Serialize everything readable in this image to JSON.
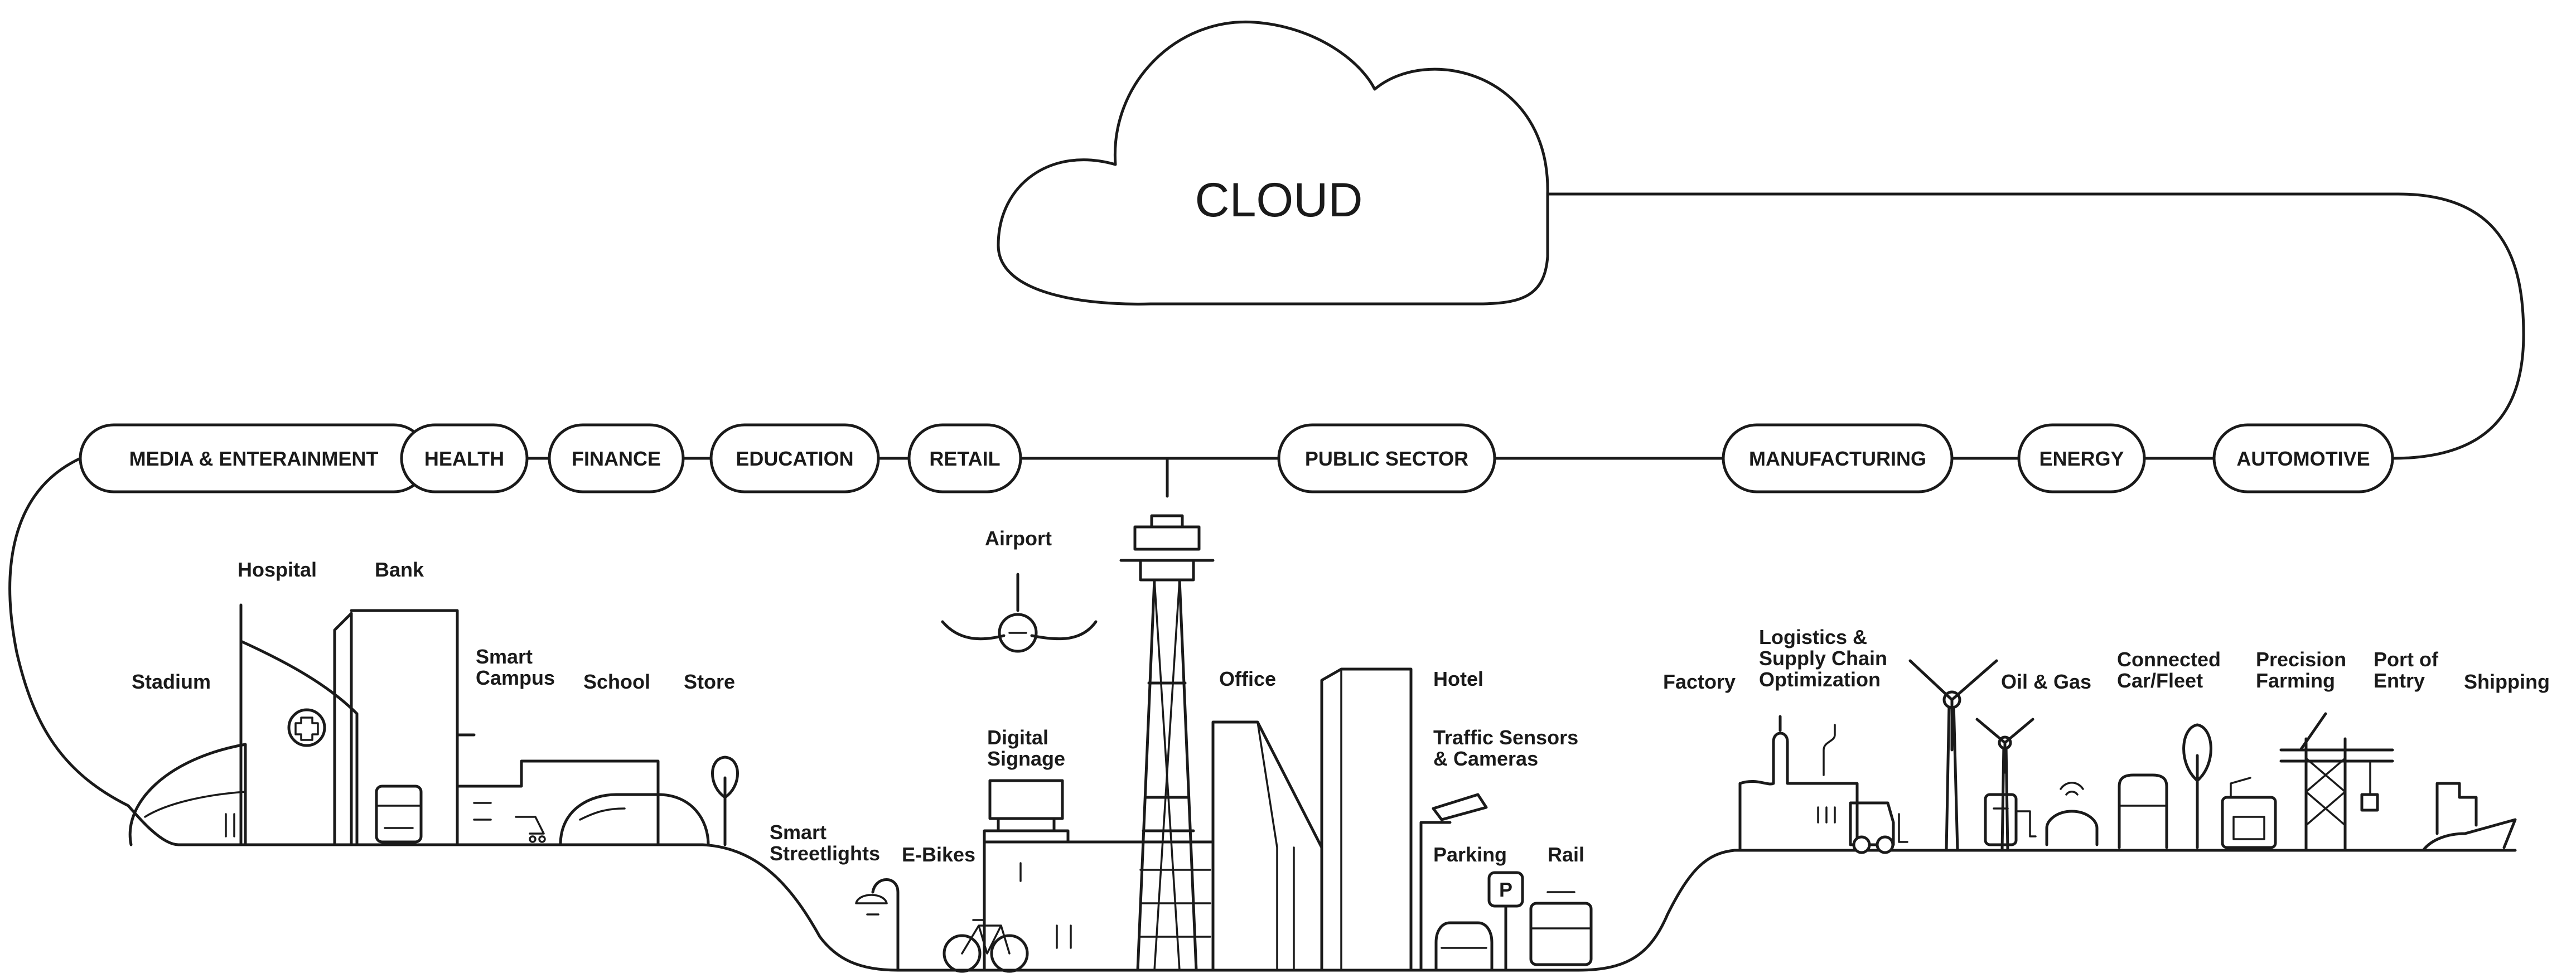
{
  "cloud": {
    "label": "CLOUD"
  },
  "sectors": [
    "MEDIA & ENTERAINMENT",
    "HEALTH",
    "FINANCE",
    "EDUCATION",
    "RETAIL",
    "PUBLIC SECTOR",
    "MANUFACTURING",
    "ENERGY",
    "AUTOMOTIVE"
  ],
  "places": [
    [
      "Stadium"
    ],
    [
      "Hospital"
    ],
    [
      "Bank"
    ],
    [
      "Smart",
      "Campus"
    ],
    [
      "School"
    ],
    [
      "Store"
    ],
    [
      "Smart",
      "Streetlights"
    ],
    [
      "E-Bikes"
    ],
    [
      "Airport"
    ],
    [
      "Digital",
      "Signage"
    ],
    [
      "Office"
    ],
    [
      "Hotel"
    ],
    [
      "Traffic Sensors",
      "& Cameras"
    ],
    [
      "Parking"
    ],
    [
      "Rail"
    ],
    [
      "Factory"
    ],
    [
      "Logistics &",
      "Supply Chain",
      "Optimization"
    ],
    [
      "Oil & Gas"
    ],
    [
      "Connected",
      "Car/Fleet"
    ],
    [
      "Precision",
      "Farming"
    ],
    [
      "Port of",
      "Entry"
    ],
    [
      "Shipping"
    ]
  ],
  "parking_sign": "P"
}
